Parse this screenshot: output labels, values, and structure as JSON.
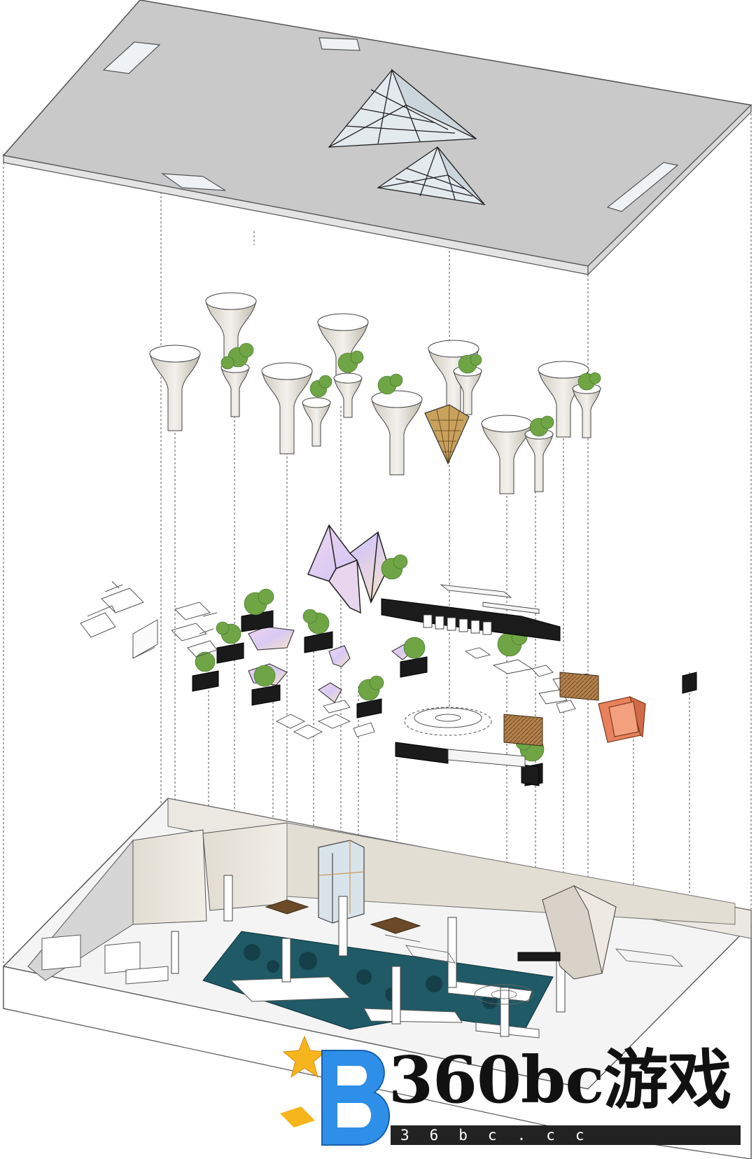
{
  "scene": {
    "type": "exploded axonometric interior diagram",
    "layers": [
      "roof-slab",
      "ceiling-pendant-columns",
      "furniture-and-planters",
      "floor-plate"
    ],
    "colors": {
      "roof": "#c8c8c8",
      "wall_light": "#e9e6de",
      "pool": "#1f5a66",
      "glass": "#d9e4ea",
      "orange_kiosk": "#e8825d",
      "gold_lantern": "#c8a15c",
      "marble_black": "#1a1a1a",
      "plant": "#6fa545"
    }
  },
  "watermark": {
    "title": "360bc游戏",
    "subtitle": "36bc.cc",
    "logo": "blue-b-star-logo"
  }
}
